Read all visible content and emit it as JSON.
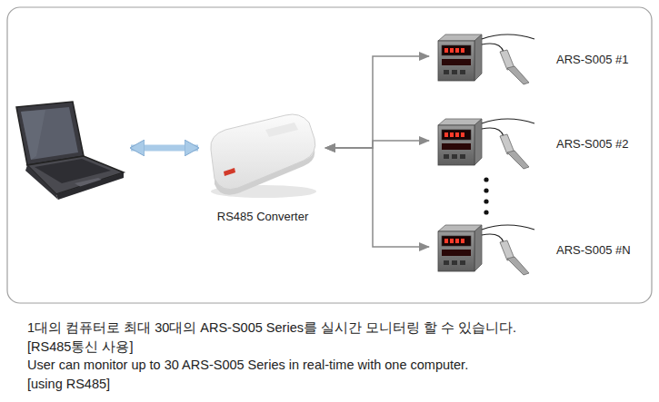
{
  "diagram": {
    "nodes": [
      {
        "text": []
      },
      {
        "text": [
          "RS485 Converter"
        ]
      },
      {
        "text": [
          "ARS-S005 #1"
        ]
      },
      {
        "text": [
          "ARS-S005 #2"
        ]
      },
      {
        "text": [
          "ARS-S005 #N"
        ]
      }
    ],
    "edges": [
      {
        "from": 0,
        "to": 1,
        "arrow": "both"
      },
      {
        "from": 1,
        "to": 2,
        "arrow": "both"
      },
      {
        "from": 1,
        "to": 3,
        "arrow": "both"
      },
      {
        "from": 1,
        "to": 4,
        "arrow": "both"
      }
    ],
    "labels": [
      "1대의 컴퓨터로 최대 30대의 ARS-S005 Series를 실시간 모니터링 할 수 있습니다.",
      "[RS485통신 사용]",
      "User can monitor up to 30 ARS-S005 Series in real-time with one computer.",
      "[using RS485]"
    ]
  }
}
